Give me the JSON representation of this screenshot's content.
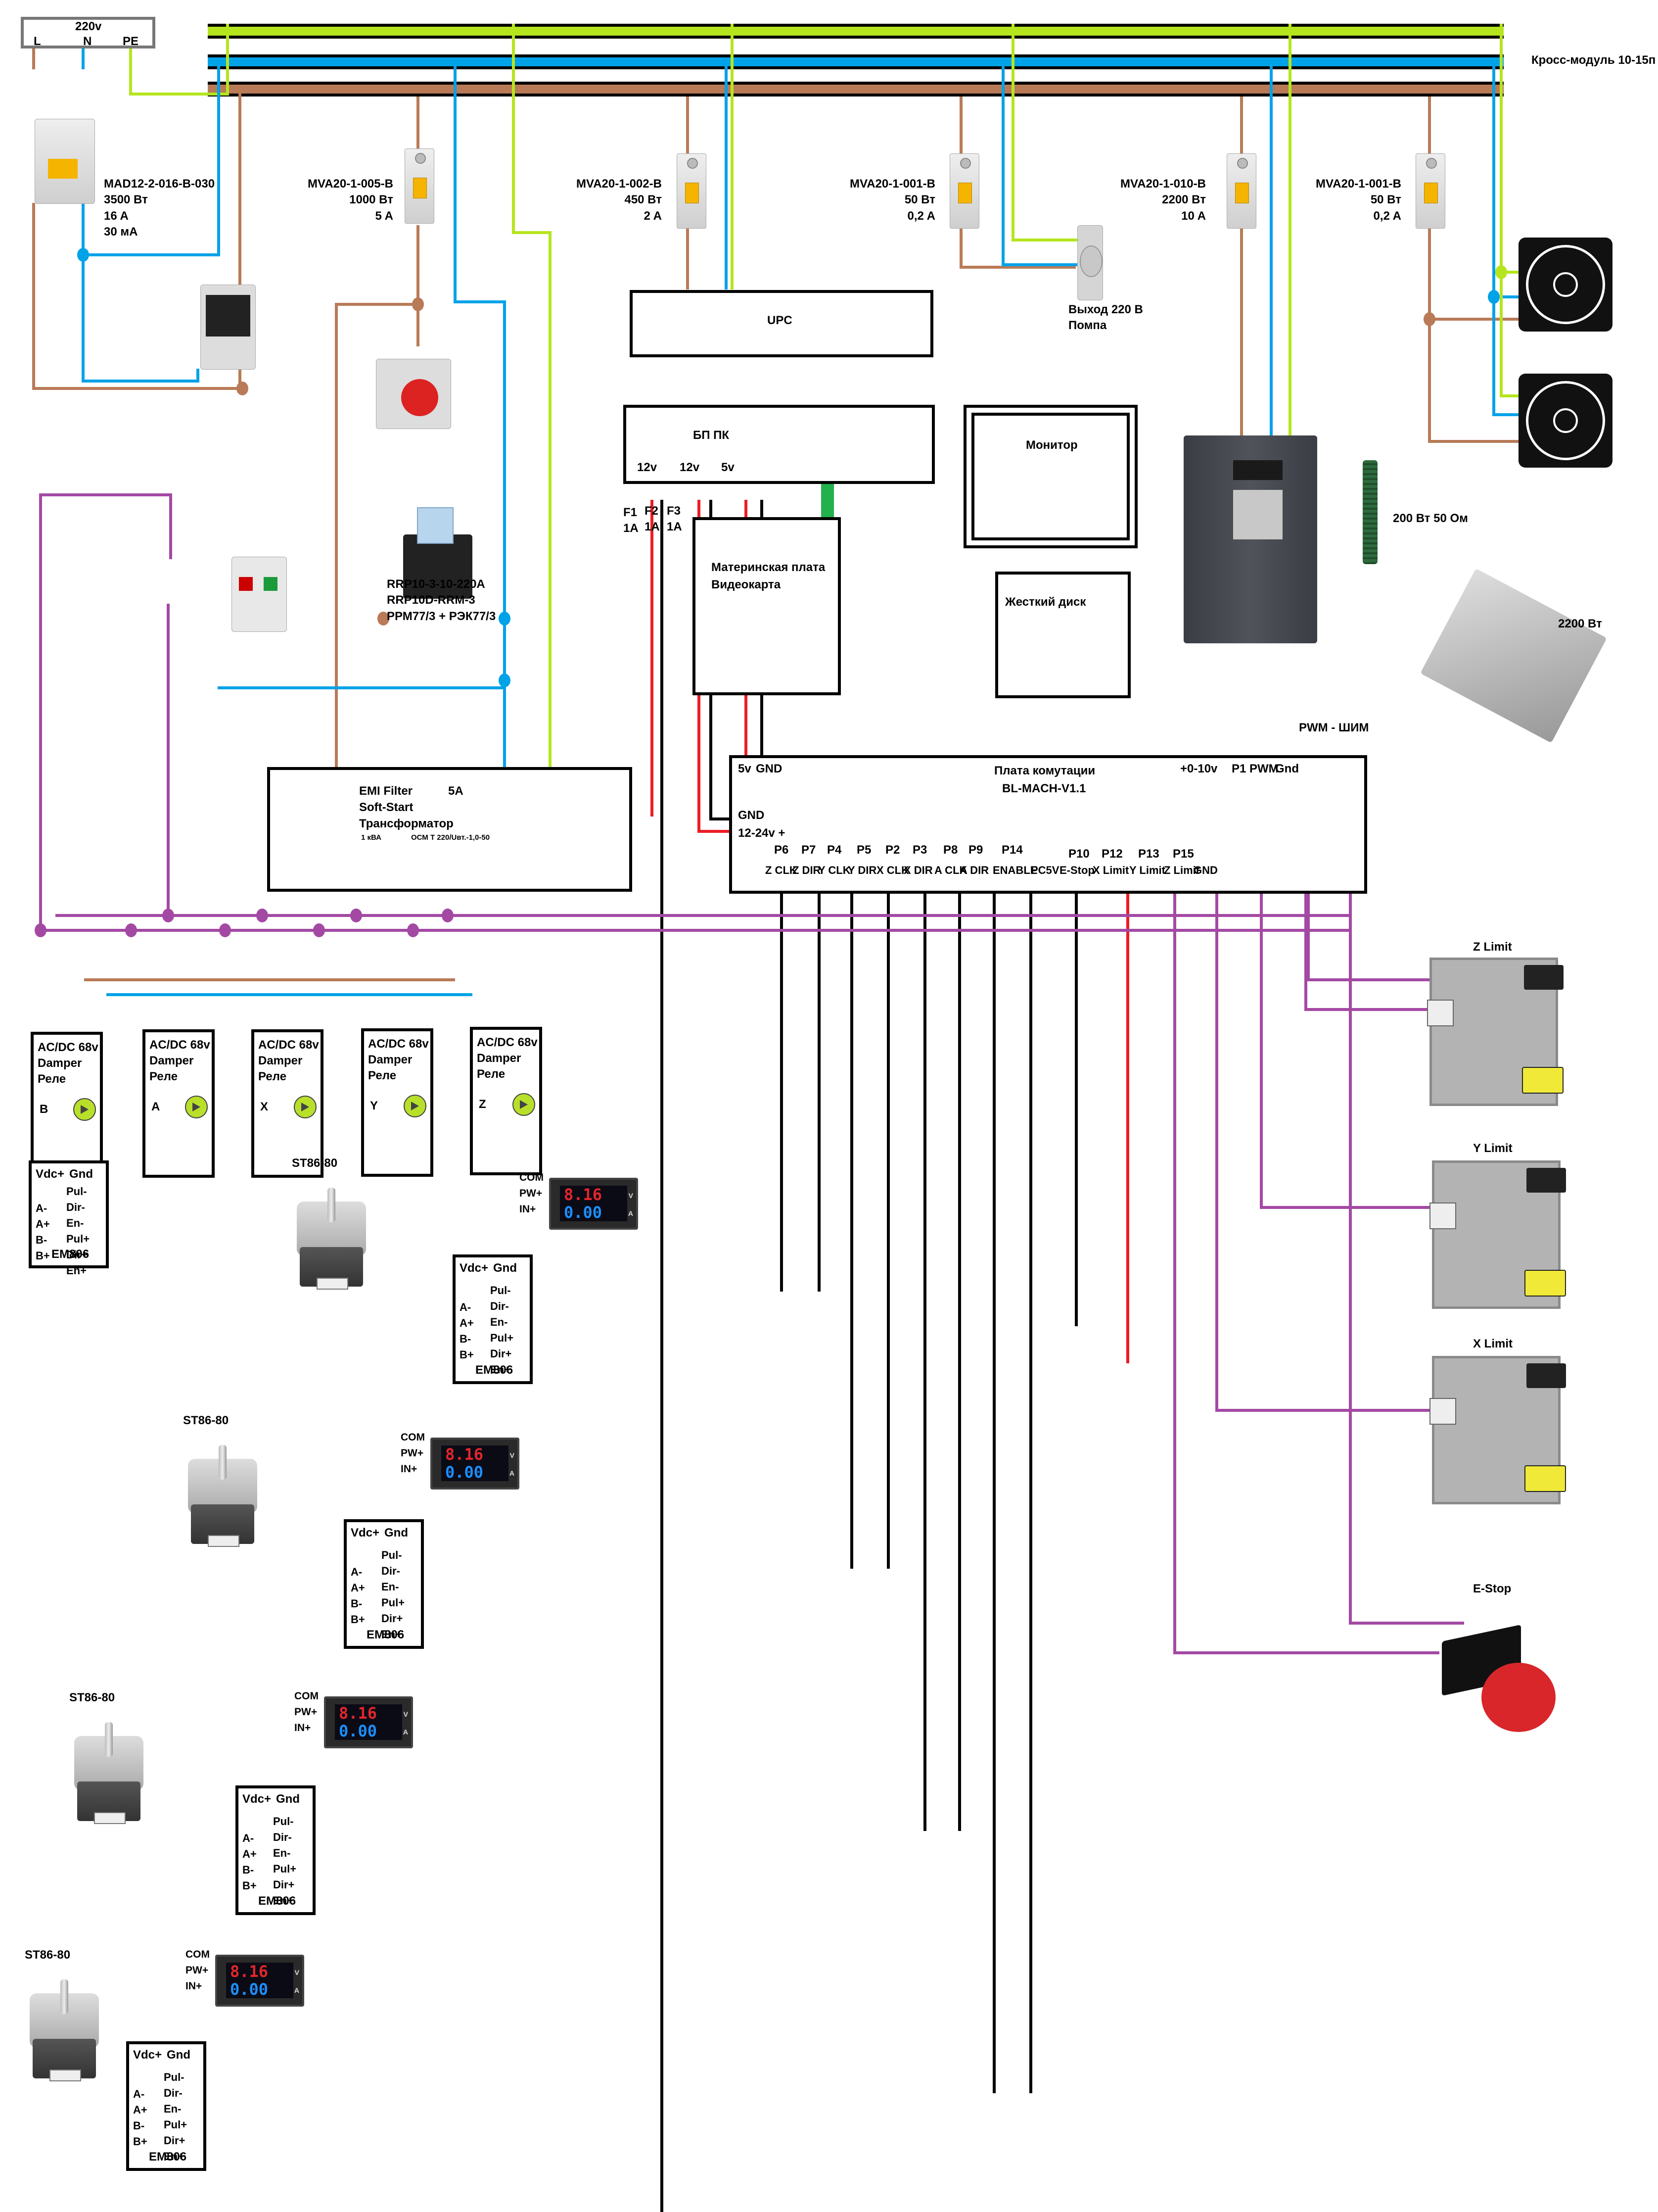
{
  "supply": {
    "title": "220v",
    "terminals": [
      "L",
      "N",
      "PE"
    ]
  },
  "busbar": {
    "label": "Кросс-модуль 10-15п",
    "colors": {
      "pe": "#b5e51d",
      "n": "#00a2e8",
      "l": "#b97a57"
    }
  },
  "rcd": {
    "model": "MAD12-2-016-B-030",
    "power": "3500 Вт",
    "current": "16 A",
    "leak": "30 мА"
  },
  "breakers": [
    {
      "model": "MVA20-1-005-B",
      "power": "1000 Вт",
      "current": "5 A"
    },
    {
      "model": "MVA20-1-002-B",
      "power": "450 Вт",
      "current": "2 A"
    },
    {
      "model": "MVA20-1-001-B",
      "power": "50 Вт",
      "current": "0,2 A"
    },
    {
      "model": "MVA20-1-010-B",
      "power": "2200 Вт",
      "current": "10 A"
    },
    {
      "model": "MVA20-1-001-B",
      "power": "50 Вт",
      "current": "0,2 A"
    }
  ],
  "socket": {
    "line1": "Выход 220 В",
    "line2": "Помпа"
  },
  "relay": {
    "line1": "RRP10-3-10-220A",
    "line2": "RRP10D-RRM-3",
    "line3": "РРМ77/3 + РЭК77/3"
  },
  "emi": {
    "line1": "EMI Filter",
    "rating": "5A",
    "line2": "Soft-Start",
    "line3": "Трансформатор",
    "line4a": "1 кВА",
    "line4b": "ОСМ Т 220/Uвт.-1,0-50"
  },
  "ups": {
    "label": "UPC"
  },
  "psu": {
    "label": "БП ПК",
    "outputs": [
      "12v",
      "12v",
      "5v"
    ]
  },
  "fuses": [
    {
      "name": "F1",
      "rating": "1A"
    },
    {
      "name": "F2",
      "rating": "1A"
    },
    {
      "name": "F3",
      "rating": "1A"
    }
  ],
  "monitor": {
    "label": "Монитор"
  },
  "motherboard": {
    "line1": "Материнская плата",
    "line2": "Видеокарта"
  },
  "hdd": {
    "label": "Жесткий диск"
  },
  "vfd": {
    "resistor": "200 Вт 50 Ом",
    "spindle": "2200 Вт",
    "pwm_note": "PWM - ШИМ"
  },
  "board": {
    "title": "Плата комутации",
    "model": "BL-MACH-V1.1",
    "top_left": [
      "5v",
      "GND"
    ],
    "top_right": [
      "+0-10v",
      "P1 PWM",
      "Gnd"
    ],
    "power": [
      "GND",
      "12-24v +"
    ],
    "pins": [
      {
        "p": "P6",
        "f": "Z CLK"
      },
      {
        "p": "P7",
        "f": "Z DIR"
      },
      {
        "p": "P4",
        "f": "Y CLK"
      },
      {
        "p": "P5",
        "f": "Y DIR"
      },
      {
        "p": "P2",
        "f": "X CLK"
      },
      {
        "p": "P3",
        "f": "X DIR"
      },
      {
        "p": "P8",
        "f": "A CLK"
      },
      {
        "p": "P9",
        "f": "A DIR"
      },
      {
        "p": "P14",
        "f": "ENABLE"
      },
      {
        "p": "",
        "f": "PC5V"
      },
      {
        "p": "P10",
        "f": "E-Stop"
      },
      {
        "p": "P12",
        "f": "X Limit"
      },
      {
        "p": "P13",
        "f": "Y Limit"
      },
      {
        "p": "P15",
        "f": "Z Limit"
      },
      {
        "p": "",
        "f": "GND"
      }
    ]
  },
  "psus68": [
    {
      "l1": "AC/DC 68v",
      "l2": "Damper",
      "l3": "Реле",
      "axis": "B"
    },
    {
      "l1": "AC/DC 68v",
      "l2": "Damper",
      "l3": "Реле",
      "axis": "A"
    },
    {
      "l1": "AC/DC 68v",
      "l2": "Damper",
      "l3": "Реле",
      "axis": "X"
    },
    {
      "l1": "AC/DC 68v",
      "l2": "Damper",
      "l3": "Реле",
      "axis": "Y"
    },
    {
      "l1": "AC/DC 68v",
      "l2": "Damper",
      "l3": "Реле",
      "axis": "Z"
    }
  ],
  "driver": {
    "model": "EM806",
    "power": [
      "Vdc+",
      "Gnd"
    ],
    "motor_pins": [
      "A-",
      "A+",
      "B-",
      "B+"
    ],
    "signal_pins": [
      "Pul-",
      "Dir-",
      "En-",
      "Pul+",
      "Dir+",
      "En+"
    ]
  },
  "motor": {
    "model": "ST86-80"
  },
  "meter": {
    "volts": "8.16",
    "amps": "0.00",
    "v_unit": "V",
    "a_unit": "A",
    "pins": [
      "COM",
      "PW+",
      "IN+"
    ]
  },
  "limits": [
    {
      "label": "Z Limit"
    },
    {
      "label": "Y Limit"
    },
    {
      "label": "X Limit"
    }
  ],
  "estop": {
    "label": "E-Stop"
  }
}
